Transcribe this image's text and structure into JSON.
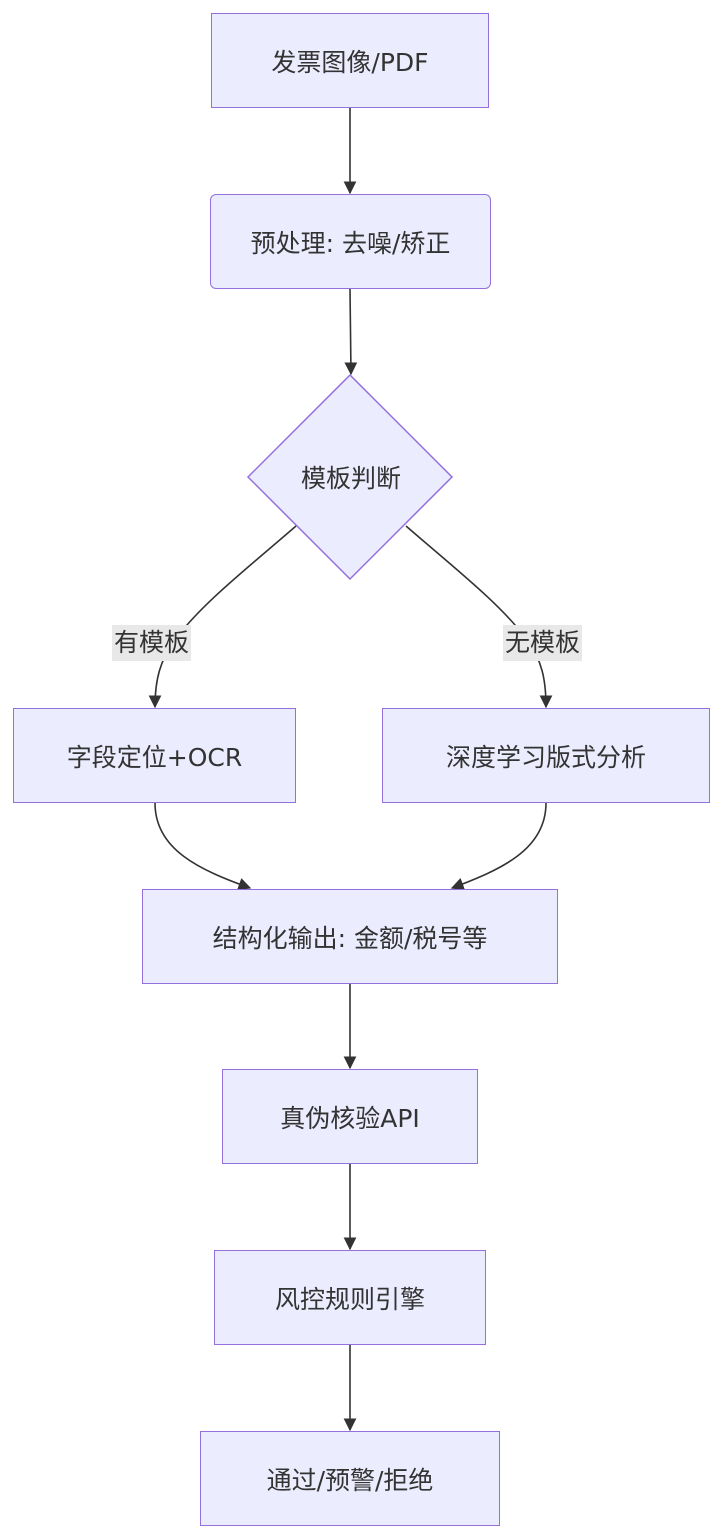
{
  "diagram": {
    "nodes": {
      "input": "发票图像/PDF",
      "preprocess": "预处理: 去噪/矫正",
      "template_decision": "模板判断",
      "field_ocr": "字段定位+OCR",
      "layout_analysis": "深度学习版式分析",
      "structured_output": "结构化输出: 金额/税号等",
      "verify_api": "真伪核验API",
      "risk_engine": "风控规则引擎",
      "result": "通过/预警/拒绝"
    },
    "edge_labels": {
      "has_template": "有模板",
      "no_template": "无模板"
    },
    "colors": {
      "node_fill": "#ececff",
      "node_border": "#9370db",
      "edge": "#333333",
      "label_bg": "#e8e8e8",
      "text": "#333333"
    }
  }
}
